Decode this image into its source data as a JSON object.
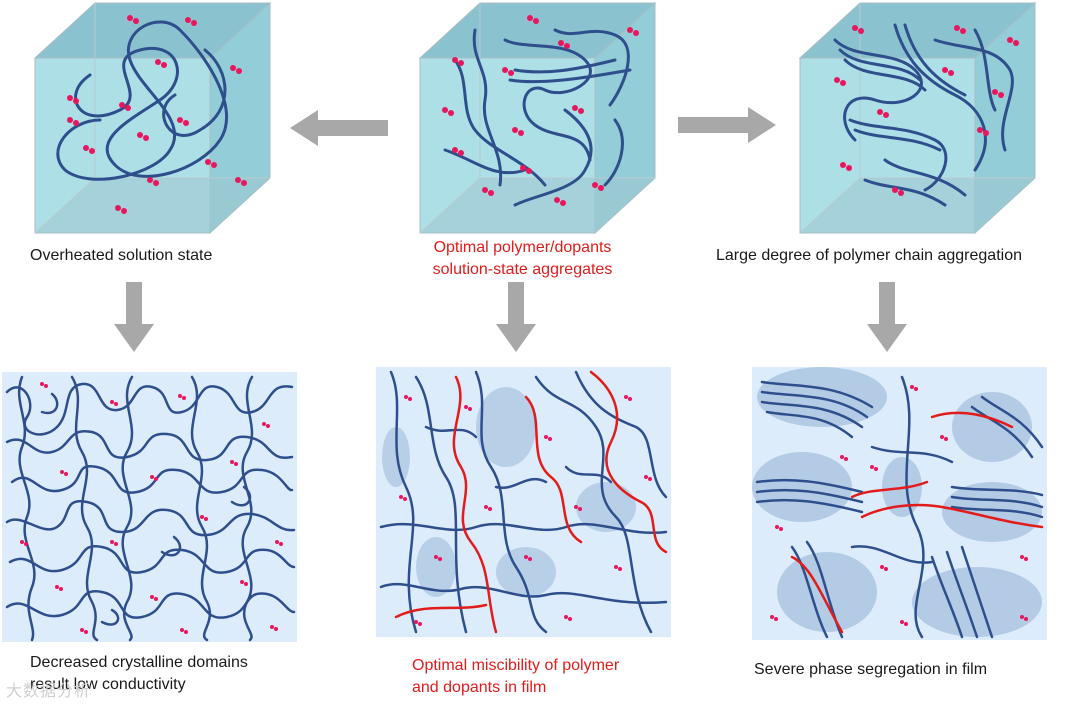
{
  "colors": {
    "chain": "#2e4f8c",
    "red_chain": "#e21b1b",
    "dopant": "#e8175d",
    "cube_face": "#a9dde6",
    "film_bg": "#dcecfb",
    "domain": "#a9c4e0",
    "arrow": "#a8a8a8"
  },
  "top": {
    "left_caption": "Overheated solution state",
    "center_caption_line1": "Optimal polymer/dopants",
    "center_caption_line2": "solution-state aggregates",
    "right_caption": "Large degree of polymer chain aggregation"
  },
  "bottom": {
    "left_caption_line1": "Decreased crystalline domains",
    "left_caption_line2": "result low conductivity",
    "center_caption_line1": "Optimal miscibility of polymer",
    "center_caption_line2": "and dopants in film",
    "right_caption": "Severe phase segregation in film"
  },
  "watermark": "大数据分析"
}
